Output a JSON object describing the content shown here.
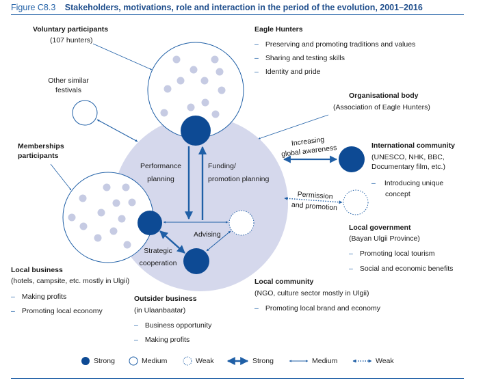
{
  "figure": {
    "label": "Figure C8.3",
    "title": "Stakeholders, motivations, role and interaction in the period of the evolution, 2001–2016"
  },
  "colors": {
    "accent": "#1f5fa6",
    "strong_fill": "#0d4a94",
    "org_circle": "#d5d8ec",
    "dots": "#c6cbe3"
  },
  "voluntary": {
    "title": "Voluntary participants",
    "sub": "(107 hunters)"
  },
  "eagle_hunters": {
    "title": "Eagle Hunters",
    "items": [
      "Preserving and promoting traditions and values",
      "Sharing and testing skills",
      "Identity and pride"
    ]
  },
  "other_festivals": {
    "line1": "Other similar",
    "line2": "festivals"
  },
  "org_body": {
    "title": "Organisational body",
    "sub": "(Association of Eagle Hunters)"
  },
  "memberships": {
    "line1": "Memberships",
    "line2": "participants"
  },
  "flows": {
    "performance_1": "Performance",
    "performance_2": "planning",
    "funding_1": "Funding/",
    "funding_2": "promotion planning",
    "advising": "Advising",
    "strategic_1": "Strategic",
    "strategic_2": "cooperation",
    "increasing_1": "Increasing",
    "increasing_2": "global awareness",
    "permission_1": "Permission",
    "permission_2": "and promotion"
  },
  "international": {
    "title": "International community",
    "sub1": "(UNESCO, NHK, BBC,",
    "sub2": "Documentary film, etc.)",
    "item_1": "Introducing unique",
    "item_2": "concept"
  },
  "local_gov": {
    "title": "Local government",
    "sub": "(Bayan Ulgii Province)",
    "items": [
      "Promoting local tourism",
      "Social and economic benefits"
    ]
  },
  "local_business": {
    "title": "Local business",
    "sub": "(hotels, campsite, etc. mostly in Ulgii)",
    "items": [
      "Making profits",
      "Promoting local economy"
    ]
  },
  "outsider": {
    "title": "Outsider business",
    "sub": "(in Ulaanbaatar)",
    "items": [
      "Business opportunity",
      "Making profits"
    ]
  },
  "local_community": {
    "title": "Local community",
    "sub": "(NGO, culture sector mostly in Ulgii)",
    "items": [
      "Promoting local brand and economy"
    ]
  },
  "legend": {
    "strong": "Strong",
    "medium": "Medium",
    "weak": "Weak",
    "arrow_strong": "Strong",
    "arrow_medium": "Medium",
    "arrow_weak": "Weak"
  },
  "dash": "–"
}
